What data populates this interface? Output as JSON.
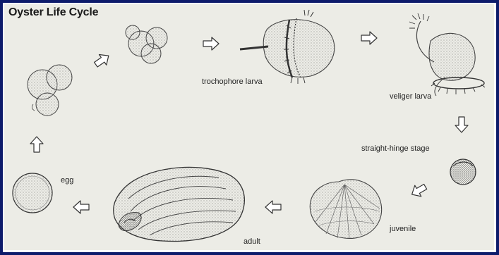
{
  "title": "Oyster Life Cycle",
  "stages": {
    "trochophore": "trochophore larva",
    "veliger": "veliger larva",
    "straight_hinge": "straight-hinge stage",
    "juvenile": "juvenile",
    "adult": "adult",
    "egg": "egg"
  },
  "colors": {
    "frame": "#0d1b6b",
    "paper": "#ecece6",
    "ink": "#333333"
  }
}
